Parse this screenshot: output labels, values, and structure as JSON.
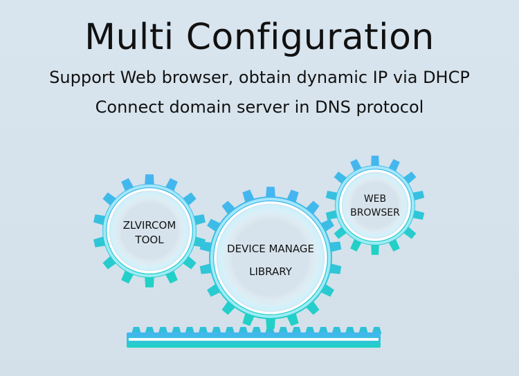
{
  "heading": {
    "title": "Multi Configuration",
    "line1": "Support Web browser, obtain dynamic IP via DHCP",
    "line2": "Connect domain server in DNS protocol"
  },
  "gears": {
    "left": {
      "line1": "ZLVIRCOM",
      "line2": "TOOL",
      "icon": "gear-icon"
    },
    "center": {
      "line1": "DEVICE MANAGE",
      "line2": "LIBRARY",
      "icon": "gear-icon"
    },
    "right": {
      "line1": "WEB",
      "line2": "BROWSER",
      "icon": "gear-icon"
    }
  },
  "colors": {
    "gear_top": "#3fb7f1",
    "gear_bottom": "#1fd0c6",
    "inner_glow": "#ffffff",
    "rack": "#22c4d6"
  }
}
